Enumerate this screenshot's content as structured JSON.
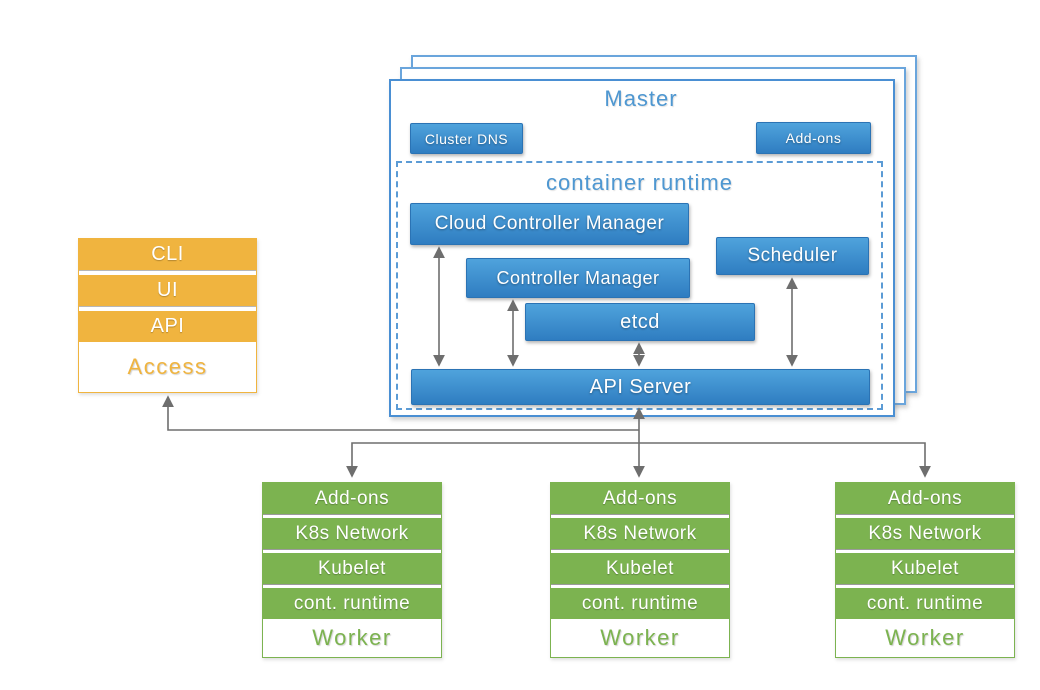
{
  "master": {
    "title": "Master",
    "cluster_dns": "Cluster DNS",
    "addons": "Add-ons",
    "container_runtime_label": "container runtime",
    "components": {
      "cloud_controller_manager": "Cloud Controller Manager",
      "controller_manager": "Controller Manager",
      "scheduler": "Scheduler",
      "etcd": "etcd",
      "api_server": "API Server"
    }
  },
  "access": {
    "items": [
      "CLI",
      "UI",
      "API"
    ],
    "label": "Access"
  },
  "workers": [
    {
      "items": [
        "Add-ons",
        "K8s Network",
        "Kubelet",
        "cont. runtime"
      ],
      "label": "Worker"
    },
    {
      "items": [
        "Add-ons",
        "K8s Network",
        "Kubelet",
        "cont. runtime"
      ],
      "label": "Worker"
    },
    {
      "items": [
        "Add-ons",
        "K8s Network",
        "Kubelet",
        "cont. runtime"
      ],
      "label": "Worker"
    }
  ],
  "colors": {
    "blue_box_top": "#4FA3DC",
    "blue_box_bottom": "#2F7DC1",
    "blue_border": "#2B73B4",
    "master_border": "#4A8FD3",
    "master_border_light": "#6AA5DC",
    "master_title_text": "#4E97D1",
    "dashed_border": "#5B9BD5",
    "orange": "#F0B43F",
    "green": "#7CB350",
    "arrow_gray": "#6E6E6E"
  }
}
